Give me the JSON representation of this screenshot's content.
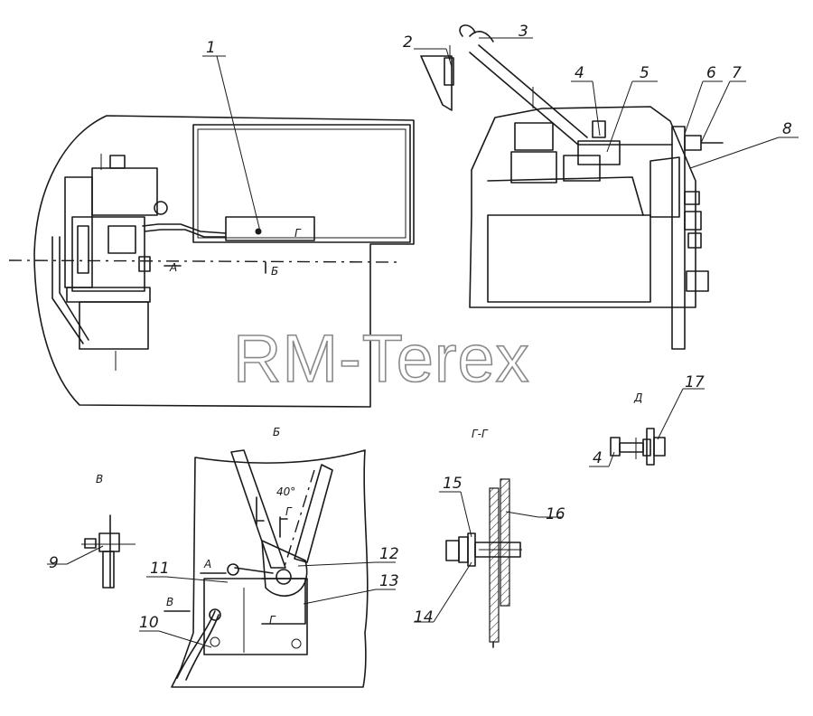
{
  "watermark": "RM-Terex",
  "callouts": [
    "1",
    "2",
    "3",
    "4",
    "5",
    "6",
    "7",
    "8",
    "9",
    "10",
    "11",
    "12",
    "13",
    "14",
    "15",
    "16",
    "17",
    "4"
  ],
  "view_labels": {
    "b_top": "Б",
    "v": "В",
    "b_view": "Б",
    "g_section": "Г-Г",
    "d_view": "Д",
    "a_arrow": "А",
    "b_arrow": "Б",
    "v_arrow": "В",
    "a_arrow2": "А",
    "g_mark": "Г",
    "g_mark2": "Г",
    "angle": "40°"
  }
}
